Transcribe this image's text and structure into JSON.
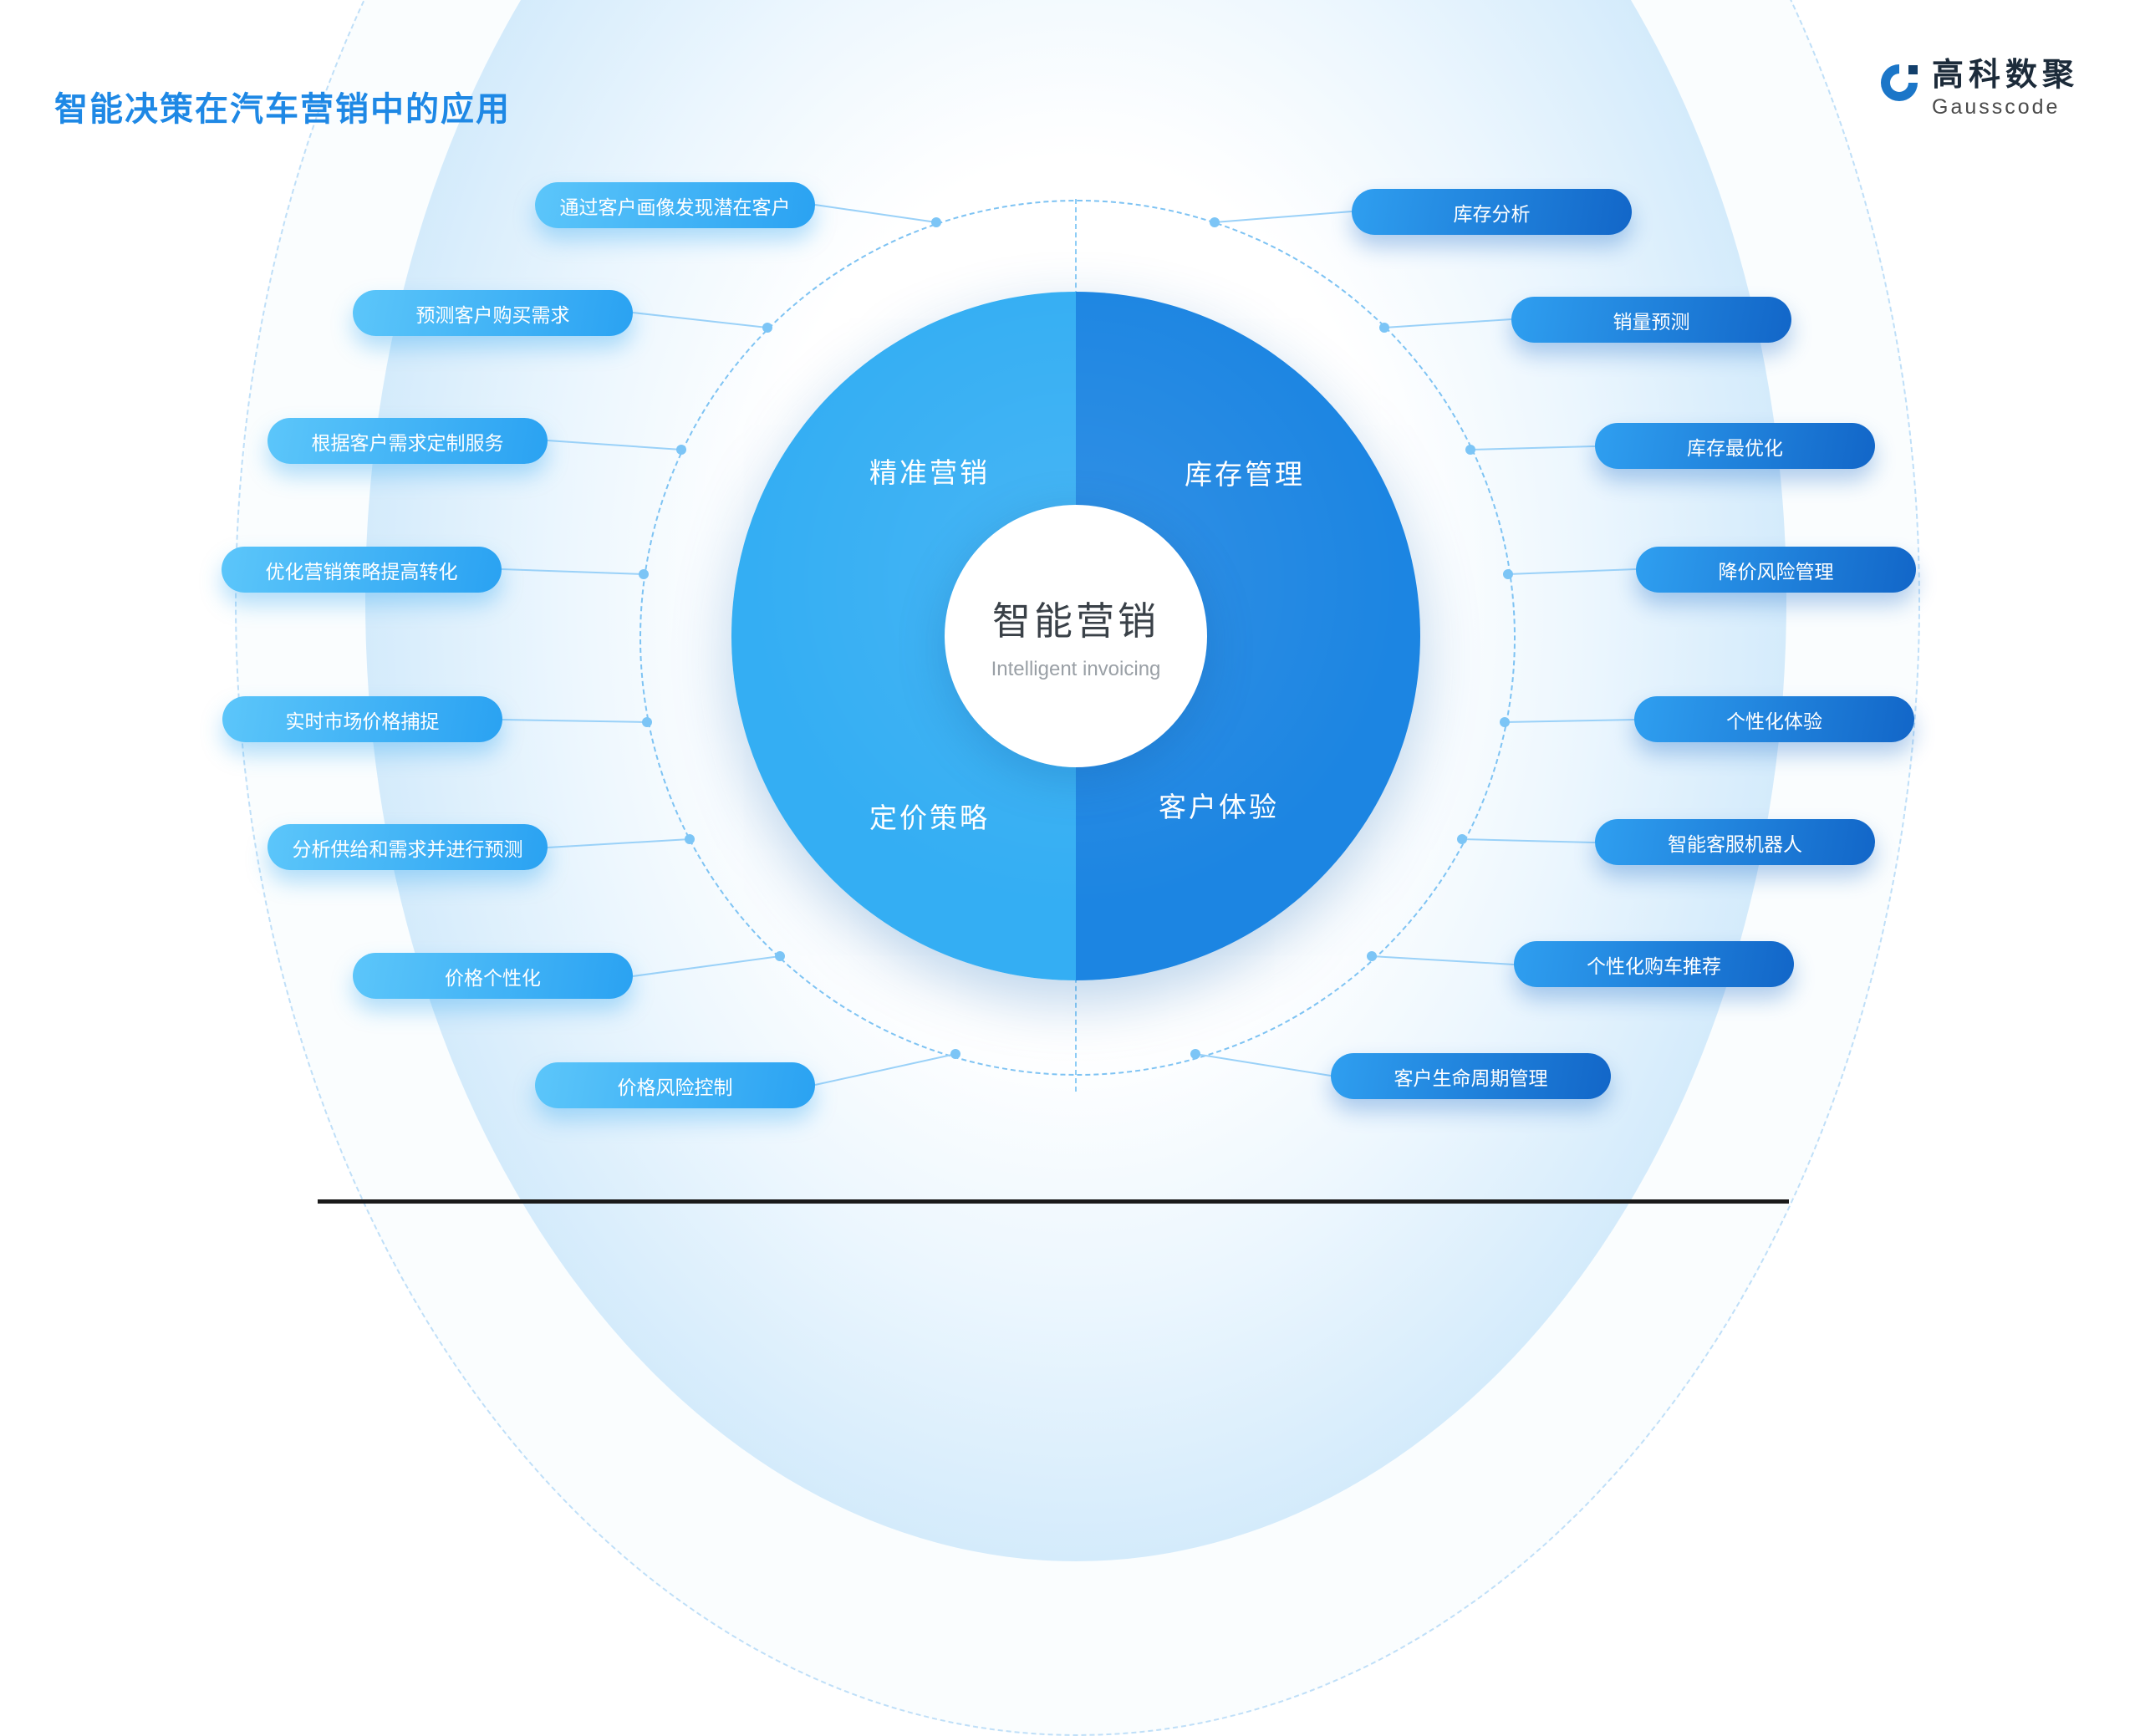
{
  "page": {
    "title": "智能决策在汽车营销中的应用"
  },
  "logo": {
    "name": "高科数聚",
    "subtitle": "Gausscode"
  },
  "center": {
    "title": "智能营销",
    "subtitle": "Intelligent invoicing"
  },
  "quadrants": [
    {
      "label": "精准营销"
    },
    {
      "label": "库存管理"
    },
    {
      "label": "定价策略"
    },
    {
      "label": "客户体验"
    }
  ],
  "left_items": [
    {
      "label": "通过客户画像发现潜在客户"
    },
    {
      "label": "预测客户购买需求"
    },
    {
      "label": "根据客户需求定制服务"
    },
    {
      "label": "优化营销策略提高转化"
    },
    {
      "label": "实时市场价格捕捉"
    },
    {
      "label": "分析供给和需求并进行预测"
    },
    {
      "label": "价格个性化"
    },
    {
      "label": "价格风险控制"
    }
  ],
  "right_items": [
    {
      "label": "库存分析"
    },
    {
      "label": "销量预测"
    },
    {
      "label": "库存最优化"
    },
    {
      "label": "降价风险管理"
    },
    {
      "label": "个性化体验"
    },
    {
      "label": "智能客服机器人"
    },
    {
      "label": "个性化购车推荐"
    },
    {
      "label": "客户生命周期管理"
    }
  ],
  "colors": {
    "title": "#1E88E5",
    "circle_left_half": "#34AEF3",
    "circle_right_half": "#1C85E2",
    "pill_left_gradient": [
      "#5CC6FA",
      "#2AA2F2"
    ],
    "pill_right_gradient": [
      "#2F9FF0",
      "#1266C8"
    ],
    "connector": "#9AD1F8",
    "dashed_outline": "#7EC3F3",
    "logo_blue": "#1B76C8"
  }
}
